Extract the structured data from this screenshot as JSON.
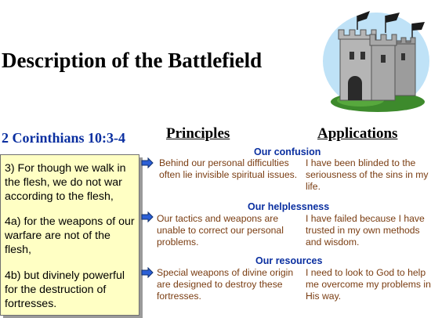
{
  "title": "Description of the Battlefield",
  "reference": "2 Corinthians 10:3-4",
  "columns": {
    "principles": "Principles",
    "applications": "Applications"
  },
  "verses": [
    "3) For though we walk in the flesh, we do not war according to the flesh,",
    "4a) for the weapons of our warfare are not of the flesh,",
    "4b) but divinely powerful for the destruction of fortresses."
  ],
  "sections": [
    {
      "heading": "Our confusion",
      "principle": "Behind our personal difficulties often lie invisible spiritual issues.",
      "application": "I have been blinded to the seriousness of the sins in my life."
    },
    {
      "heading": "Our helplessness",
      "principle": "Our tactics and weapons are unable to correct our personal problems.",
      "application": "I have failed because I have trusted in my own methods and wisdom."
    },
    {
      "heading": "Our resources",
      "principle": "Special weapons of divine origin are designed to destroy these fortresses.",
      "application": "I need to look to God to help me overcome my problems in His way."
    }
  ],
  "colors": {
    "heading_blue": "#0a2fa0",
    "body_brown": "#7a3d12",
    "box_yellow": "#ffffc4"
  },
  "icons": [
    "castle-illustration",
    "arrow-right-icon"
  ]
}
